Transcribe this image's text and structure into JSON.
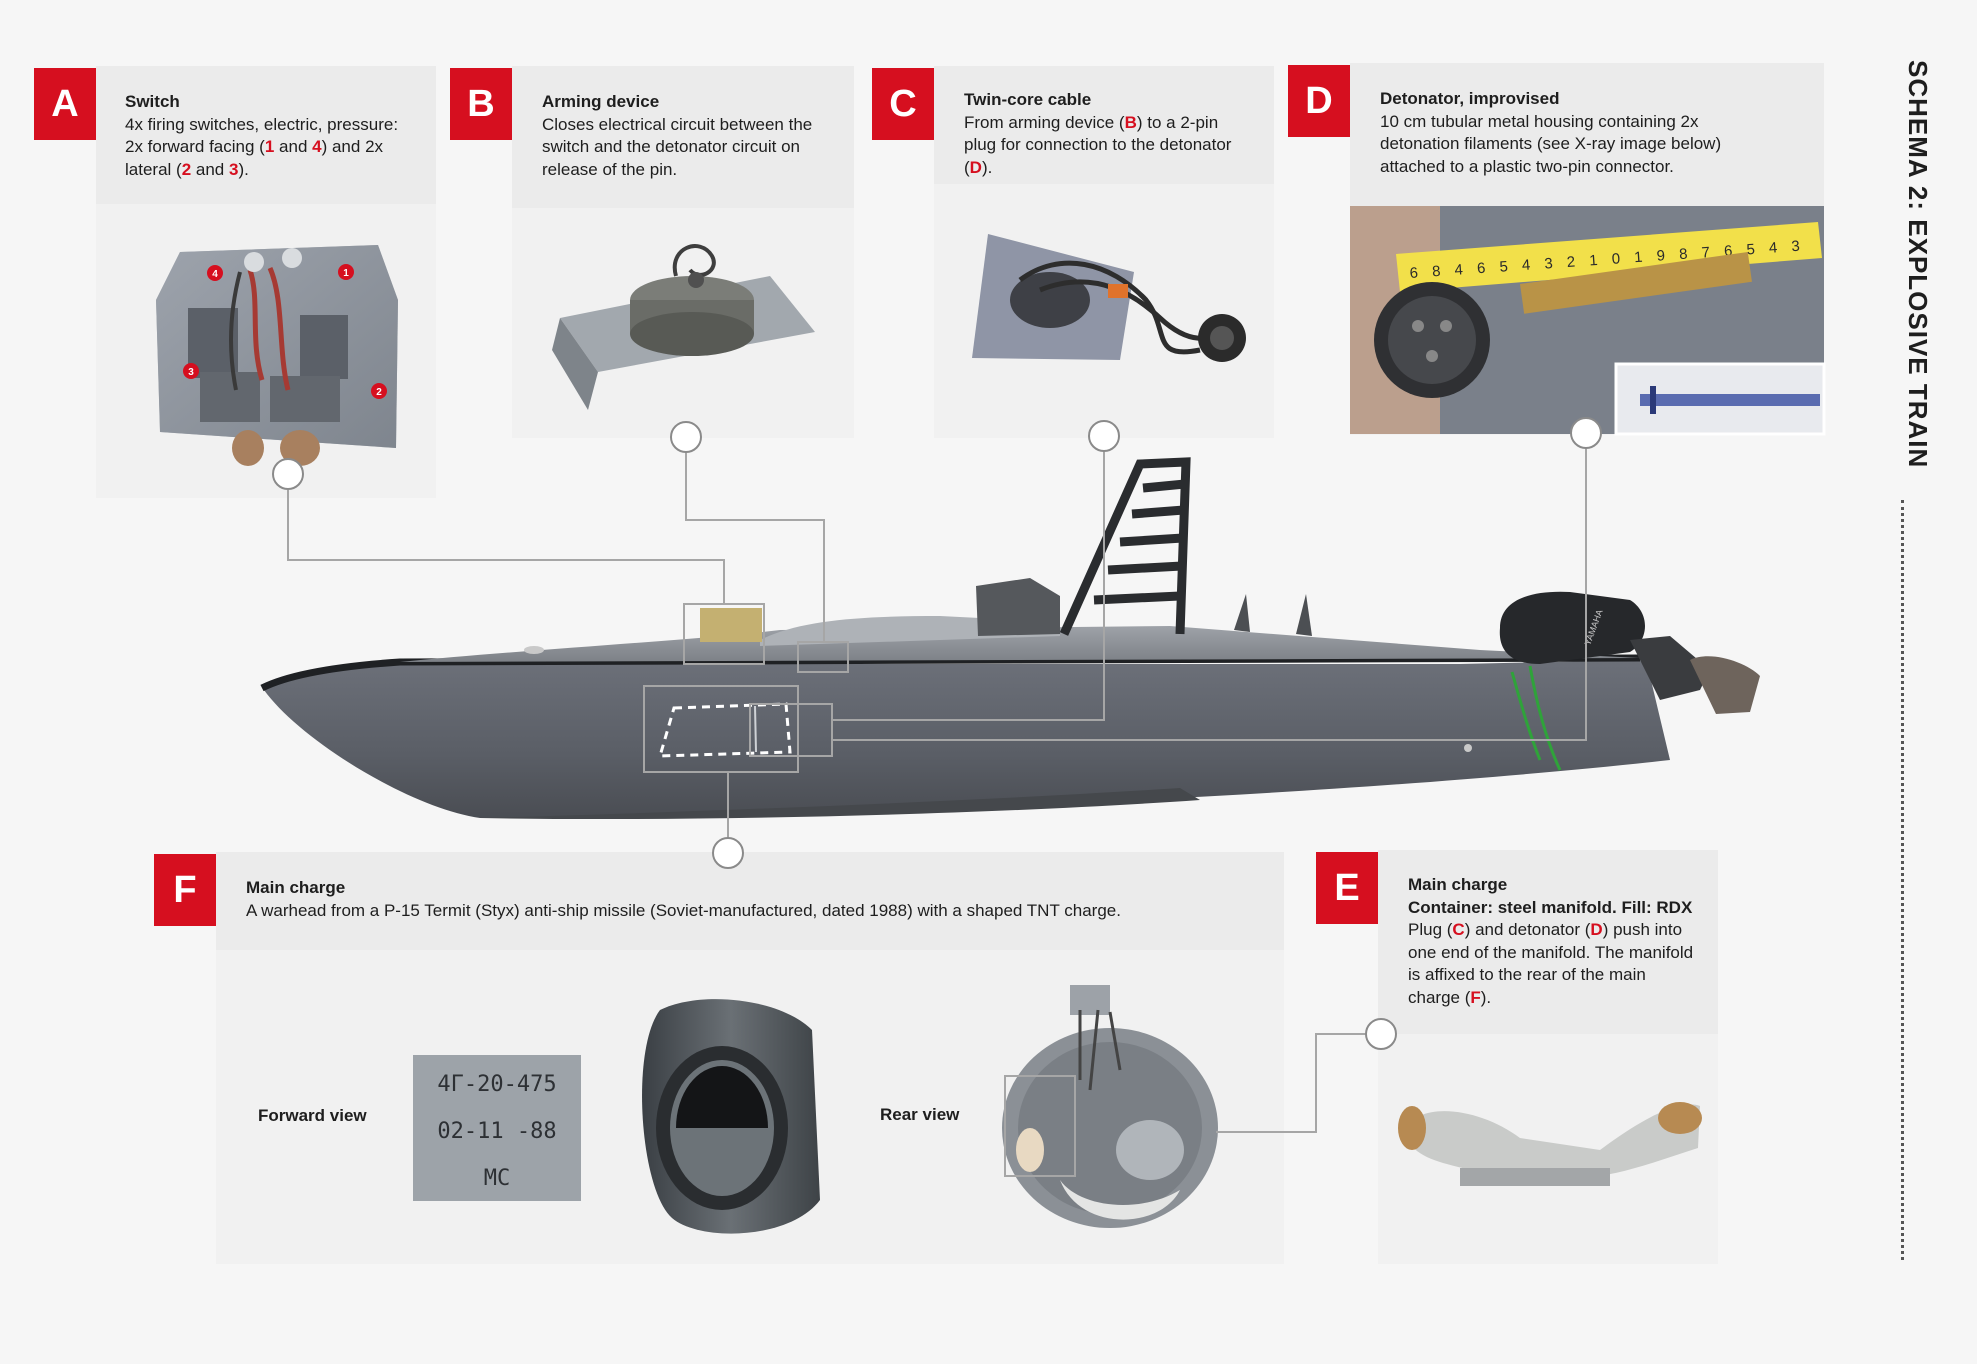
{
  "side_title": "SCHEMA 2: EXPLOSIVE TRAIN",
  "cards": {
    "A": {
      "letter": "A",
      "title": "Switch",
      "body": [
        {
          "t": "4x firing switches, electric, pressure: 2x forward facing ("
        },
        {
          "t": "1",
          "r": true
        },
        {
          "t": " and "
        },
        {
          "t": "4",
          "r": true
        },
        {
          "t": ") and 2x lateral ("
        },
        {
          "t": "2",
          "r": true
        },
        {
          "t": " and "
        },
        {
          "t": "3",
          "r": true
        },
        {
          "t": ")."
        }
      ],
      "switch_markers": [
        "4",
        "1",
        "3",
        "2"
      ]
    },
    "B": {
      "letter": "B",
      "title": "Arming device",
      "body": [
        {
          "t": "Closes electrical circuit between the switch and the detonator circuit on release of the pin."
        }
      ]
    },
    "C": {
      "letter": "C",
      "title": "Twin-core cable",
      "body": [
        {
          "t": "From arming device ("
        },
        {
          "t": "B",
          "r": true
        },
        {
          "t": ") to a 2-pin plug for connection to the detonator ("
        },
        {
          "t": "D",
          "r": true
        },
        {
          "t": ")."
        }
      ]
    },
    "D": {
      "letter": "D",
      "title": "Detonator, improvised",
      "body": [
        {
          "t": "10 cm tubular metal housing containing 2x detonation filaments (see X-ray image below) attached to a plastic two-pin connector."
        }
      ],
      "tape_digits": "6 8 4 6 5 4 3 2 1 0 1 9 8 7 6 5 4 3"
    },
    "E": {
      "letter": "E",
      "title": "Main charge",
      "subtitle": "Container: steel manifold. Fill: RDX",
      "body": [
        {
          "t": "Plug ("
        },
        {
          "t": "C",
          "r": true
        },
        {
          "t": ") and detonator ("
        },
        {
          "t": "D",
          "r": true
        },
        {
          "t": ") push into one end of the manifold. The manifold is affixed to the rear of the main charge ("
        },
        {
          "t": "F",
          "r": true
        },
        {
          "t": ")."
        }
      ]
    },
    "F": {
      "letter": "F",
      "title": "Main charge",
      "body": [
        {
          "t": "A warhead from a P-15 Termit (Styx) anti-ship missile (Soviet-manufactured, dated 1988) with a shaped TNT charge."
        }
      ],
      "forward_label": "Forward view",
      "rear_label": "Rear view",
      "stencil": [
        "4Г-20-475",
        "02-11 -88",
        "МС"
      ]
    }
  },
  "boat": {
    "engine_brand": "YAMAHA"
  },
  "colors": {
    "accent": "#d60f1f",
    "card_header": "#ebebeb",
    "card_panel": "#f1f1f1",
    "connector": "#a6a6a6",
    "hull": "#5c6068"
  }
}
